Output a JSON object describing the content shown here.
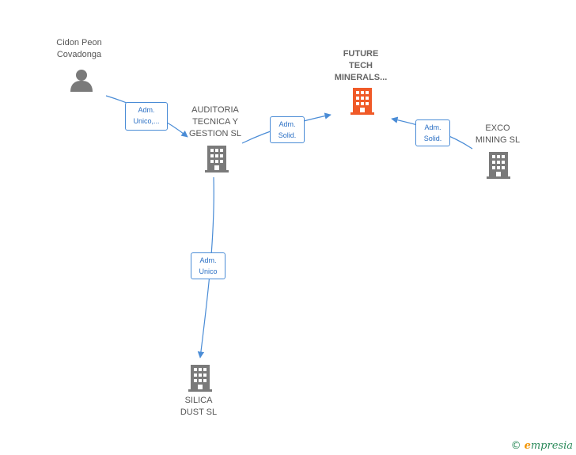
{
  "nodes": {
    "person": {
      "label": "Cidon Peon\nCovadonga"
    },
    "auditoria": {
      "label": "AUDITORIA\nTECNICA Y\nGESTION SL"
    },
    "future": {
      "label": "FUTURE\nTECH\nMINERALS..."
    },
    "exco": {
      "label": "EXCO\nMINING  SL"
    },
    "silica": {
      "label": "SILICA\nDUST  SL"
    }
  },
  "edges": {
    "person_to_auditoria": {
      "label": "Adm.\nUnico,..."
    },
    "auditoria_to_future": {
      "label": "Adm.\nSolid."
    },
    "exco_to_future": {
      "label": "Adm.\nSolid."
    },
    "auditoria_to_silica": {
      "label": "Adm.\nUnico"
    }
  },
  "colors": {
    "edge": "#4a8cd6",
    "building": "#7a7a7a",
    "building_highlight": "#f05a28",
    "person": "#7a7a7a"
  },
  "footer": {
    "copyright": "©",
    "brand_initial": "e",
    "brand_rest": "mpresia"
  }
}
